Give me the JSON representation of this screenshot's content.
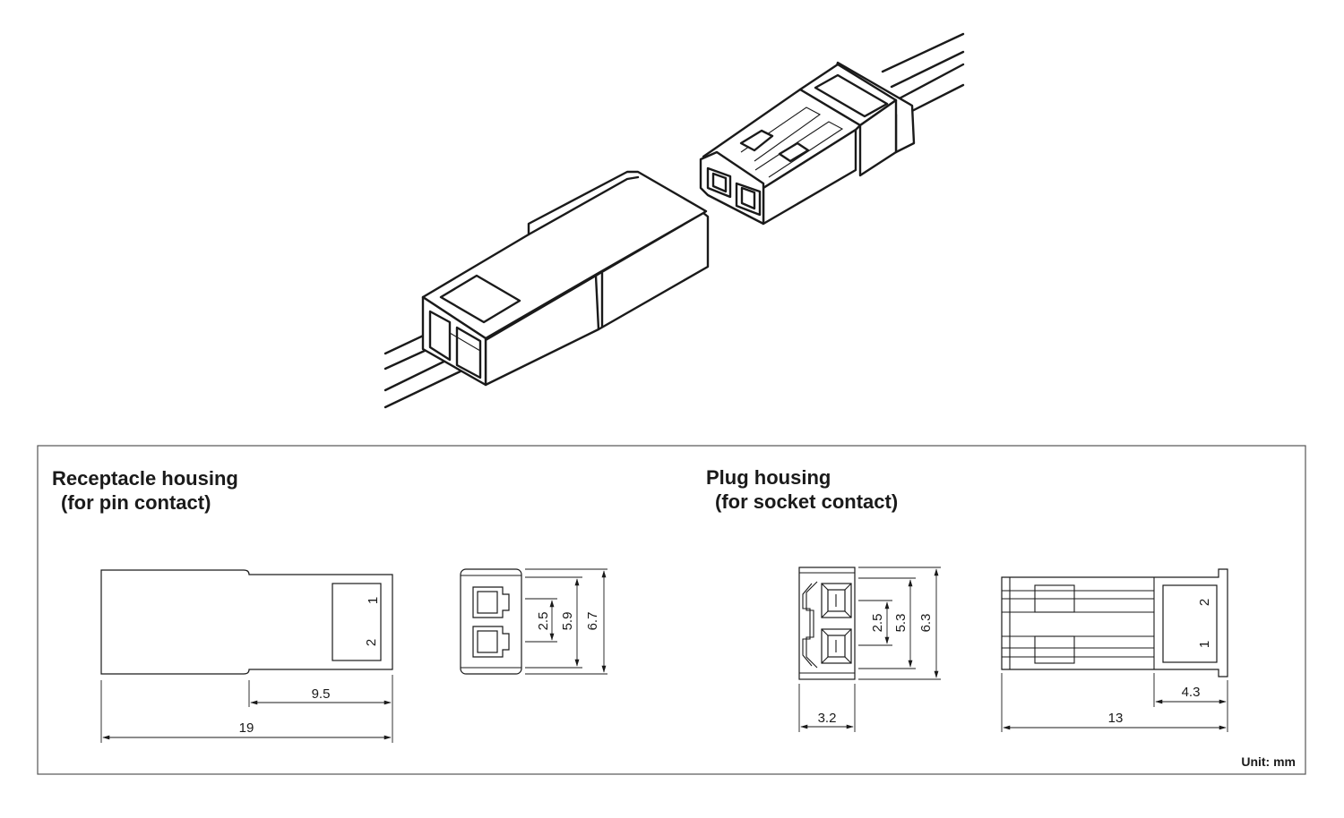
{
  "receptacle": {
    "title": "Receptacle housing",
    "subtitle": "(for pin contact)",
    "pin_labels": [
      "1",
      "2"
    ],
    "dims": {
      "width_step": "9.5",
      "length": "19",
      "pitch": "2.5",
      "inner_height": "5.9",
      "outer_height": "6.7"
    }
  },
  "plug": {
    "title": "Plug housing",
    "subtitle": "(for socket contact)",
    "pin_labels": [
      "2",
      "1"
    ],
    "dims": {
      "pitch": "2.5",
      "inner_height": "5.3",
      "outer_height": "6.3",
      "depth": "3.2",
      "flange": "4.3",
      "length": "13"
    }
  },
  "unit_label": "Unit: mm",
  "colors": {
    "line": "#1a1a1a",
    "background": "#ffffff"
  }
}
